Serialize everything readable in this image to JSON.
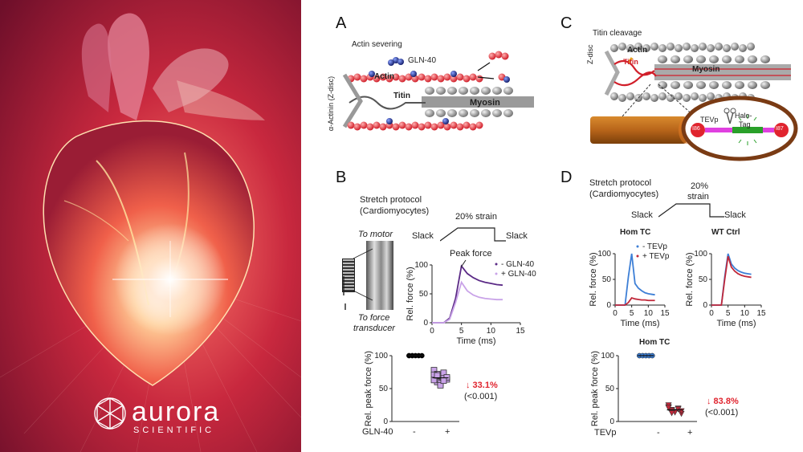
{
  "brand": {
    "name": "aurora",
    "sub": "SCIENTIFIC"
  },
  "panel_a": {
    "letter": "A",
    "title": "Actin severing",
    "gln": "GLN-40",
    "actin": "Actin",
    "titin": "Titin",
    "myosin": "Myosin",
    "zdisc": "α-Actinin (Z-disc)"
  },
  "panel_b": {
    "letter": "B",
    "protocol_line1": "Stretch protocol",
    "protocol_line2": "(Cardiomyocytes)",
    "to_motor": "To motor",
    "to_force": "To force",
    "transducer": "transducer",
    "strain": "20% strain",
    "slack": "Slack",
    "peak": "Peak force",
    "pct": "↓ 33.1%",
    "p": "(<0.001)",
    "xaxis_label": "GLN-40",
    "group_neg": "-",
    "group_pos": "+"
  },
  "panel_c": {
    "letter": "C",
    "title": "Titin cleavage",
    "actin": "Actin",
    "titin": "Titin",
    "myosin": "Myosin",
    "zdisc": "Z-disc",
    "tevp": "TEVp",
    "halo1": "Halo-",
    "halo2": "Tag",
    "i86": "I86",
    "i87": "I87"
  },
  "panel_d": {
    "letter": "D",
    "protocol_line1": "Stretch protocol",
    "protocol_line2": "(Cardiomyocytes)",
    "strain1": "20%",
    "strain2": "strain",
    "slack": "Slack",
    "hom_tc": "Hom TC",
    "wt_ctrl": "WT Ctrl",
    "hom_tc_bottom": "Hom TC",
    "pct": "↓ 83.8%",
    "p": "(<0.001)",
    "xaxis_label": "TEVp",
    "group_neg": "-",
    "group_pos": "+"
  },
  "colors": {
    "minus_gln": "#5b2a86",
    "plus_gln": "#c9a3e8",
    "minus_tevp": "#3d7fd6",
    "plus_tevp": "#c0283a",
    "red_text": "#e0242e"
  },
  "chart_data": [
    {
      "id": "B_trace",
      "type": "line",
      "xlabel": "Time (ms)",
      "ylabel": "Rel. force (%)",
      "xlim": [
        0,
        15
      ],
      "ylim": [
        0,
        100
      ],
      "xticks": [
        0,
        5,
        10,
        15
      ],
      "yticks": [
        0,
        50,
        100
      ],
      "x": [
        0,
        2,
        3,
        4,
        5,
        6,
        7,
        8,
        9,
        10,
        11,
        12
      ],
      "series": [
        {
          "name": "- GLN-40",
          "values": [
            0,
            0,
            8,
            42,
            98,
            85,
            78,
            73,
            70,
            68,
            66,
            65
          ]
        },
        {
          "name": "+ GLN-40",
          "values": [
            0,
            0,
            6,
            35,
            70,
            55,
            48,
            44,
            42,
            41,
            40,
            40
          ]
        }
      ]
    },
    {
      "id": "B_peak",
      "type": "scatter",
      "ylabel": "Rel. peak force (%)",
      "ylim": [
        0,
        100
      ],
      "yticks": [
        0,
        50,
        100
      ],
      "categories": [
        "-",
        "+"
      ],
      "series": [
        {
          "name": "",
          "category": "-",
          "values": [
            100,
            100,
            100,
            100,
            100,
            100,
            100,
            100,
            100,
            100,
            100,
            100
          ]
        },
        {
          "name": "",
          "category": "+",
          "values": [
            78,
            72,
            69,
            66,
            64,
            71,
            60,
            58,
            74,
            67,
            63,
            70,
            55,
            62
          ]
        }
      ]
    },
    {
      "id": "D_homtc",
      "type": "line",
      "xlabel": "Time (ms)",
      "ylabel": "Rel. force (%)",
      "xlim": [
        0,
        15
      ],
      "ylim": [
        0,
        100
      ],
      "xticks": [
        0,
        5,
        10,
        15
      ],
      "yticks": [
        0,
        50,
        100
      ],
      "x": [
        0,
        3,
        4,
        5,
        6,
        7,
        8,
        9,
        10,
        11,
        12
      ],
      "series": [
        {
          "name": "- TEVp",
          "values": [
            0,
            0,
            55,
            100,
            42,
            33,
            28,
            24,
            22,
            21,
            20
          ]
        },
        {
          "name": "+ TEVp",
          "values": [
            0,
            0,
            5,
            14,
            12,
            11,
            10,
            10,
            9,
            9,
            9
          ]
        }
      ]
    },
    {
      "id": "D_wtctrl",
      "type": "line",
      "xlabel": "Time (ms)",
      "ylabel": "Rel. force (%)",
      "xlim": [
        0,
        15
      ],
      "ylim": [
        0,
        100
      ],
      "xticks": [
        0,
        5,
        10,
        15
      ],
      "yticks": [
        0,
        50,
        100
      ],
      "x": [
        0,
        3,
        4,
        5,
        6,
        7,
        8,
        9,
        10,
        11,
        12
      ],
      "series": [
        {
          "name": "- TEVp",
          "values": [
            0,
            0,
            55,
            100,
            80,
            72,
            67,
            64,
            62,
            61,
            60
          ]
        },
        {
          "name": "+ TEVp",
          "values": [
            0,
            0,
            50,
            95,
            74,
            66,
            61,
            58,
            56,
            55,
            54
          ]
        }
      ]
    },
    {
      "id": "D_peak",
      "type": "scatter",
      "ylabel": "Rel. peak force (%)",
      "ylim": [
        0,
        100
      ],
      "yticks": [
        0,
        50,
        100
      ],
      "categories": [
        "-",
        "+"
      ],
      "series": [
        {
          "name": "",
          "category": "-",
          "values": [
            100,
            100,
            100,
            100,
            100,
            100,
            100,
            100,
            100,
            100
          ]
        },
        {
          "name": "",
          "category": "+",
          "values": [
            22,
            18,
            15,
            20,
            12,
            25,
            17,
            14,
            19,
            16,
            21,
            13
          ]
        }
      ]
    }
  ]
}
